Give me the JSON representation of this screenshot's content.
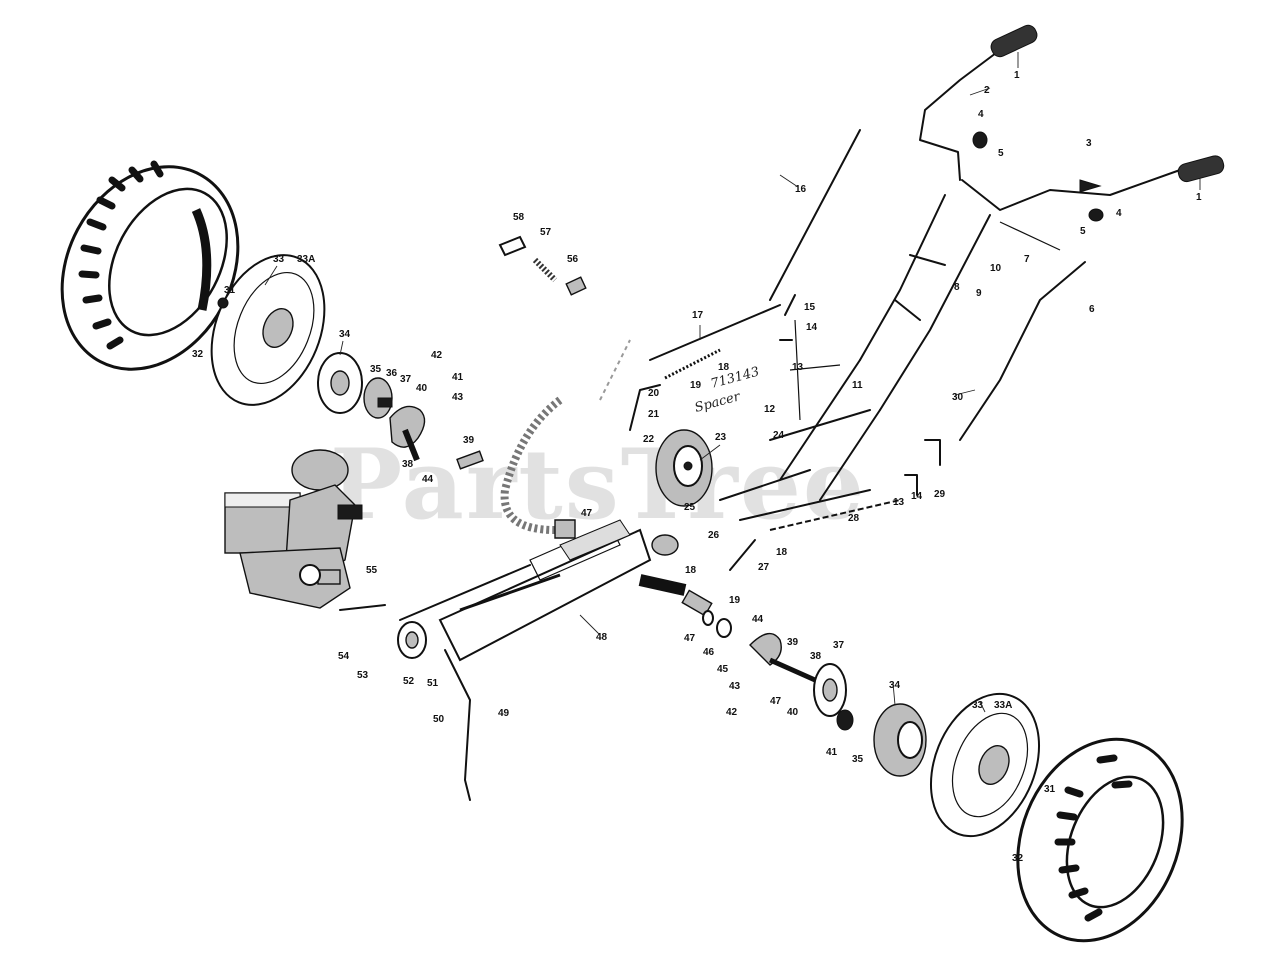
{
  "watermark": "PartsTree",
  "handwritten_note": [
    "713143",
    "Spacer"
  ],
  "labels": [
    {
      "id": "l1a",
      "text": "1"
    },
    {
      "id": "l1b",
      "text": "1"
    },
    {
      "id": "l2",
      "text": "2"
    },
    {
      "id": "l3",
      "text": "3"
    },
    {
      "id": "l4a",
      "text": "4"
    },
    {
      "id": "l4b",
      "text": "4"
    },
    {
      "id": "l5a",
      "text": "5"
    },
    {
      "id": "l5b",
      "text": "5"
    },
    {
      "id": "l6",
      "text": "6"
    },
    {
      "id": "l7",
      "text": "7"
    },
    {
      "id": "l8",
      "text": "8"
    },
    {
      "id": "l9",
      "text": "9"
    },
    {
      "id": "l10",
      "text": "10"
    },
    {
      "id": "l11",
      "text": "11"
    },
    {
      "id": "l12",
      "text": "12"
    },
    {
      "id": "l13a",
      "text": "13"
    },
    {
      "id": "l13b",
      "text": "13"
    },
    {
      "id": "l14a",
      "text": "14"
    },
    {
      "id": "l14b",
      "text": "14"
    },
    {
      "id": "l15",
      "text": "15"
    },
    {
      "id": "l16",
      "text": "16"
    },
    {
      "id": "l17",
      "text": "17"
    },
    {
      "id": "l18a",
      "text": "18"
    },
    {
      "id": "l18b",
      "text": "18"
    },
    {
      "id": "l18c",
      "text": "18"
    },
    {
      "id": "l19a",
      "text": "19"
    },
    {
      "id": "l19b",
      "text": "19"
    },
    {
      "id": "l20",
      "text": "20"
    },
    {
      "id": "l21",
      "text": "21"
    },
    {
      "id": "l22",
      "text": "22"
    },
    {
      "id": "l23",
      "text": "23"
    },
    {
      "id": "l24",
      "text": "24"
    },
    {
      "id": "l25",
      "text": "25"
    },
    {
      "id": "l26",
      "text": "26"
    },
    {
      "id": "l27",
      "text": "27"
    },
    {
      "id": "l28",
      "text": "28"
    },
    {
      "id": "l29",
      "text": "29"
    },
    {
      "id": "l30",
      "text": "30"
    },
    {
      "id": "l31a",
      "text": "31"
    },
    {
      "id": "l31b",
      "text": "31"
    },
    {
      "id": "l32a",
      "text": "32"
    },
    {
      "id": "l32b",
      "text": "32"
    },
    {
      "id": "l33a",
      "text": "33"
    },
    {
      "id": "l33b",
      "text": "33"
    },
    {
      "id": "l33Aa",
      "text": "33A"
    },
    {
      "id": "l33Ab",
      "text": "33A"
    },
    {
      "id": "l34a",
      "text": "34"
    },
    {
      "id": "l34b",
      "text": "34"
    },
    {
      "id": "l35a",
      "text": "35"
    },
    {
      "id": "l35b",
      "text": "35"
    },
    {
      "id": "l36",
      "text": "36"
    },
    {
      "id": "l37a",
      "text": "37"
    },
    {
      "id": "l37b",
      "text": "37"
    },
    {
      "id": "l38a",
      "text": "38"
    },
    {
      "id": "l38b",
      "text": "38"
    },
    {
      "id": "l39a",
      "text": "39"
    },
    {
      "id": "l39b",
      "text": "39"
    },
    {
      "id": "l40a",
      "text": "40"
    },
    {
      "id": "l40b",
      "text": "40"
    },
    {
      "id": "l41a",
      "text": "41"
    },
    {
      "id": "l41b",
      "text": "41"
    },
    {
      "id": "l42a",
      "text": "42"
    },
    {
      "id": "l42b",
      "text": "42"
    },
    {
      "id": "l43a",
      "text": "43"
    },
    {
      "id": "l43b",
      "text": "43"
    },
    {
      "id": "l44a",
      "text": "44"
    },
    {
      "id": "l44b",
      "text": "44"
    },
    {
      "id": "l45",
      "text": "45"
    },
    {
      "id": "l46",
      "text": "46"
    },
    {
      "id": "l47a",
      "text": "47"
    },
    {
      "id": "l47b",
      "text": "47"
    },
    {
      "id": "l47c",
      "text": "47"
    },
    {
      "id": "l48",
      "text": "48"
    },
    {
      "id": "l49",
      "text": "49"
    },
    {
      "id": "l50",
      "text": "50"
    },
    {
      "id": "l51",
      "text": "51"
    },
    {
      "id": "l52",
      "text": "52"
    },
    {
      "id": "l53",
      "text": "53"
    },
    {
      "id": "l54",
      "text": "54"
    },
    {
      "id": "l55",
      "text": "55"
    },
    {
      "id": "l56",
      "text": "56"
    },
    {
      "id": "l57",
      "text": "57"
    },
    {
      "id": "l58",
      "text": "58"
    }
  ]
}
